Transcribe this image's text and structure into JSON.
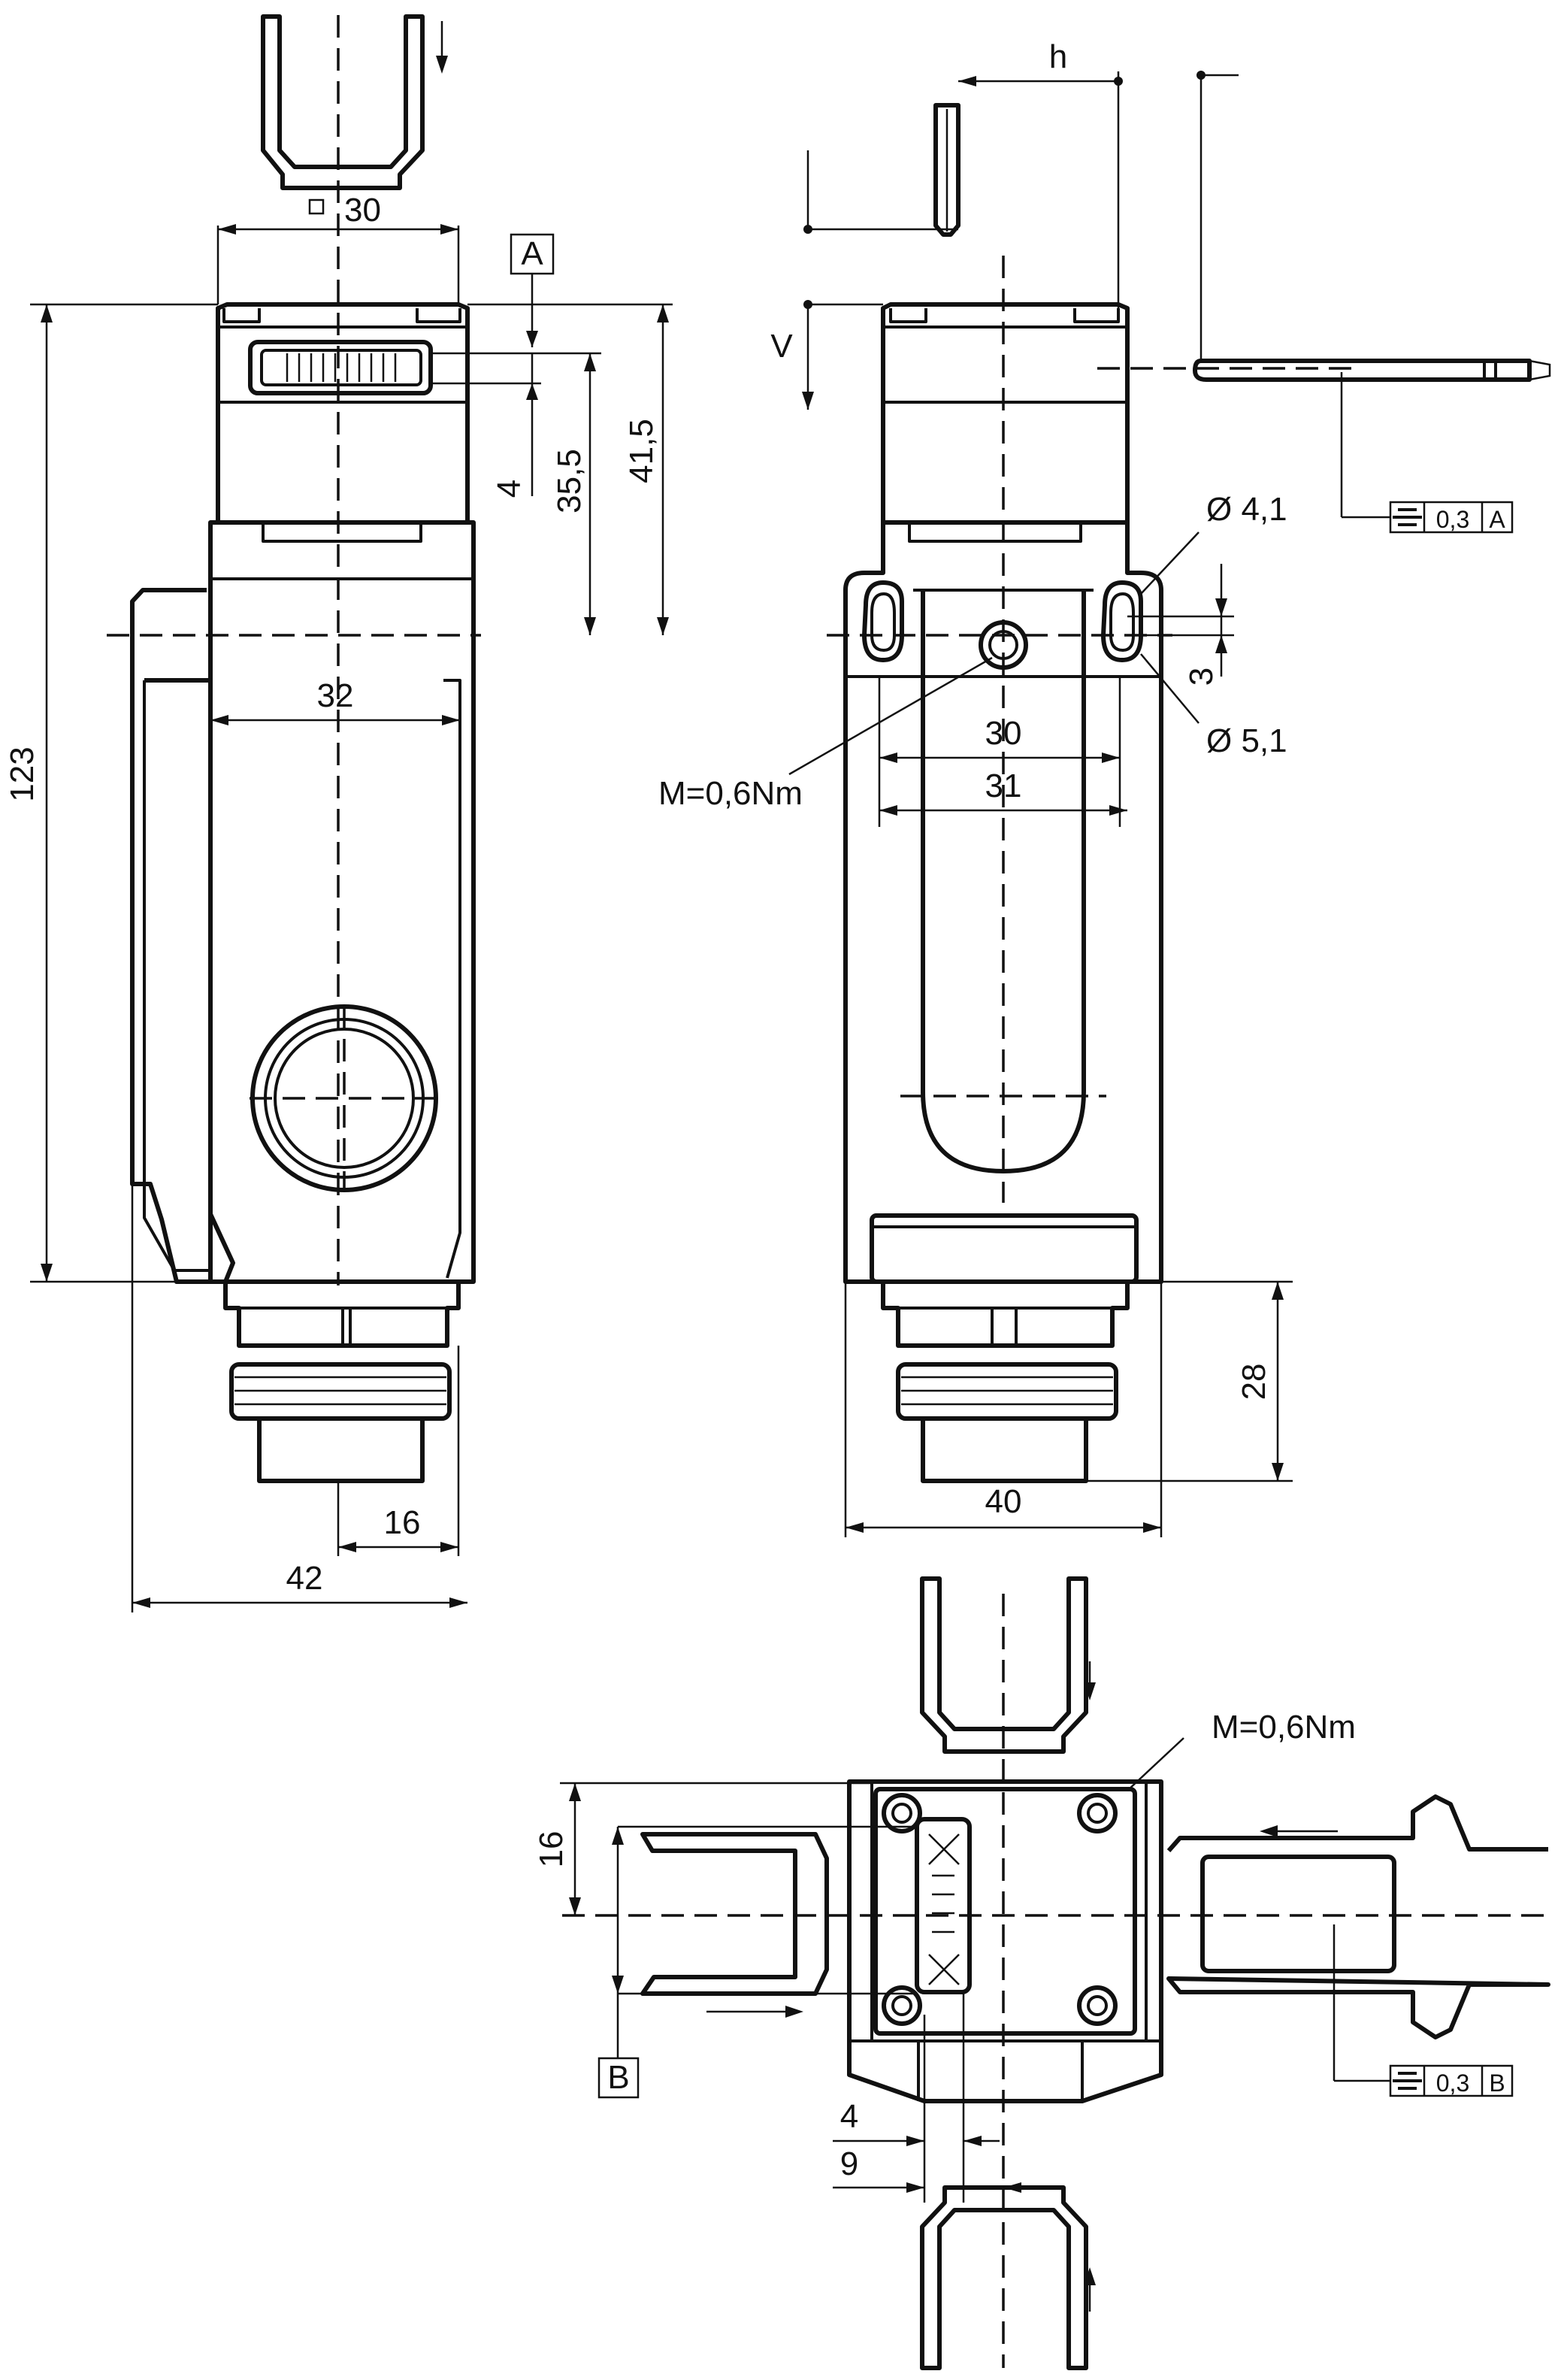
{
  "front_view": {
    "dim_top_width": "30",
    "dim_inner_width": "32",
    "dim_total_height": "123",
    "dim_35_5": "35,5",
    "dim_41_5": "41,5",
    "dim_4": "4",
    "dim_16": "16",
    "dim_42": "42",
    "datum_a": "A"
  },
  "side_view": {
    "label_h": "h",
    "label_v": "V",
    "hole_small": "Ø 4,1",
    "hole_large": "Ø 5,1",
    "dim_3": "3",
    "dim_30": "30",
    "dim_31": "31",
    "dim_28": "28",
    "dim_40": "40",
    "torque": "M=0,6Nm",
    "tol_value": "0,3",
    "tol_datum": "A"
  },
  "bottom_view": {
    "torque": "M=0,6Nm",
    "dim_16": "16",
    "dim_4": "4",
    "dim_9": "9",
    "datum_b": "B",
    "tol_value": "0,3",
    "tol_datum": "B"
  }
}
